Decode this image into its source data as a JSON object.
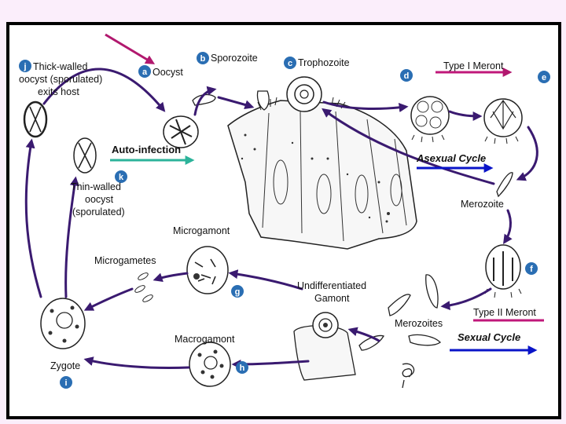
{
  "colors": {
    "page_bg": "#fbeefb",
    "badge": "#2a6eb3",
    "cycle_arrow": "#3a1a70",
    "magenta_arrow": "#b1186e",
    "teal_arrow": "#2cb39a",
    "blue_arrow": "#0a14c8",
    "magenta_line": "#c0187a"
  },
  "stages": {
    "a": {
      "letter": "a",
      "label": "Oocyst"
    },
    "b": {
      "letter": "b",
      "label": "Sporozoite"
    },
    "c": {
      "letter": "c",
      "label": "Trophozoite"
    },
    "d": {
      "letter": "d",
      "label": "Type I Meront"
    },
    "e": {
      "letter": "e"
    },
    "f": {
      "letter": "f",
      "label": "Type II Meront"
    },
    "g": {
      "letter": "g",
      "label": "Microgamont"
    },
    "h": {
      "letter": "h",
      "label": "Macrogamont"
    },
    "i": {
      "letter": "i",
      "label": "Zygote"
    },
    "j": {
      "letter": "j",
      "label_lines": [
        "Thick-walled",
        "oocyst (sporulated)",
        "exits host"
      ]
    },
    "k": {
      "letter": "k",
      "label_lines": [
        "Thin-walled",
        "oocyst",
        "(sporulated)"
      ]
    }
  },
  "labels": {
    "merozoite": "Merozoite",
    "merozoites": "Merozoites",
    "microgametes": "Microgametes",
    "undifferentiated_gamont": [
      "Undifferentiated",
      "Gamont"
    ],
    "auto_infection": "Auto-infection",
    "asexual_cycle": "Asexual Cycle",
    "sexual_cycle": "Sexual Cycle"
  }
}
